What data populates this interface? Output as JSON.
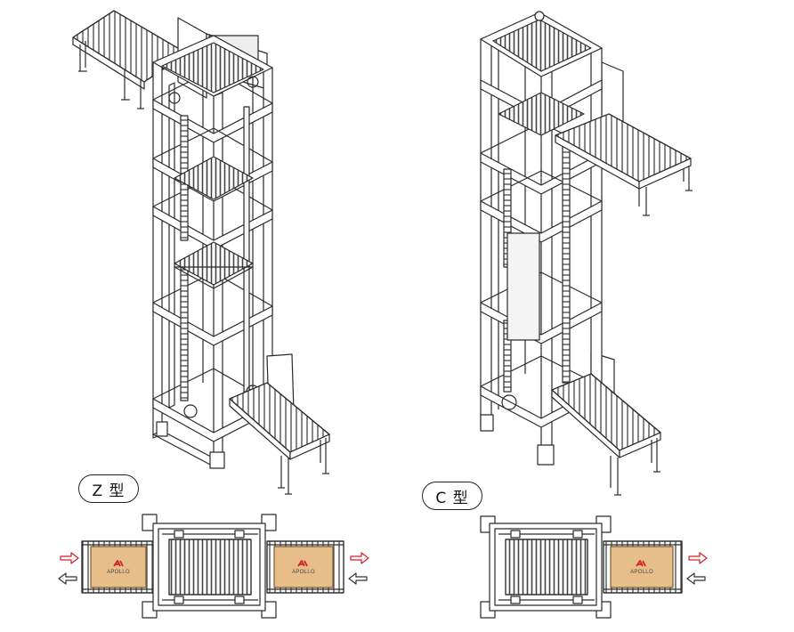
{
  "labels": {
    "z_type": "Z 型",
    "c_type": "C 型"
  },
  "box": {
    "brand": "APOLLO"
  },
  "colors": {
    "line": "#2a2a2a",
    "frame_fill": "#ffffff",
    "roller_fill": "#d9d9d9",
    "box_fill": "#e7be8a",
    "logo_red": "#d1212a",
    "arrow_in": "#d1212a",
    "arrow_out": "#333333"
  },
  "icons": {
    "in_arrow": "arrow-right-outline-icon",
    "out_arrow": "arrow-left-outline-icon",
    "logo": "apollo-logo-icon"
  }
}
